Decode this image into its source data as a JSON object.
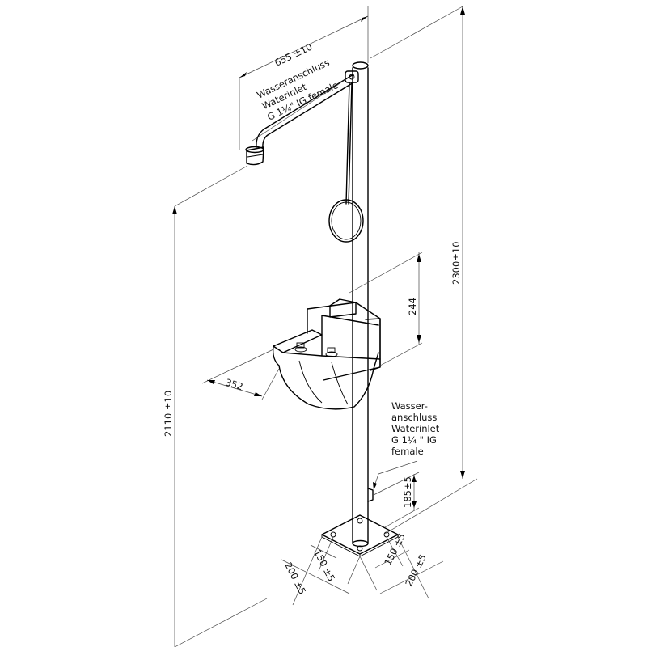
{
  "dimensions": {
    "shower_reach": "655 ±10",
    "total_height": "2300±10",
    "shower_height": "2110 ±10",
    "bowl_height": "244",
    "bowl_depth": "352",
    "inlet_height": "185±5",
    "plate_inner_left": "150 ±5",
    "plate_outer_left": "200 ±5",
    "plate_inner_right": "150 ±5",
    "plate_outer_right": "200 ±5"
  },
  "labels": {
    "top_inlet": [
      "Wasseranschluss",
      "Waterinlet",
      "G 1¼\" IG female"
    ],
    "bottom_inlet": [
      "Wasser-",
      "anschluss",
      "Waterinlet",
      "G 1¼ \" IG",
      "female"
    ]
  }
}
